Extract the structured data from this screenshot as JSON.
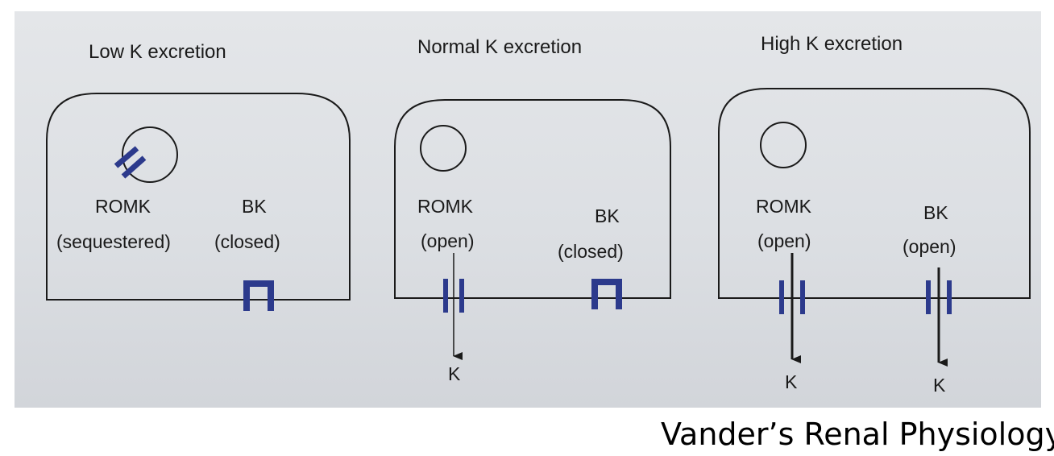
{
  "panels": [
    {
      "title": "Low K excretion",
      "romk_label": "ROMK",
      "romk_state": "(sequestered)",
      "bk_label": "BK",
      "bk_state": "(closed)"
    },
    {
      "title": "Normal K excretion",
      "romk_label": "ROMK",
      "romk_state": "(open)",
      "bk_label": "BK",
      "bk_state": "(closed)",
      "romk_flux": "K"
    },
    {
      "title": "High K excretion",
      "romk_label": "ROMK",
      "romk_state": "(open)",
      "bk_label": "BK",
      "bk_state": "(open)",
      "romk_flux": "K",
      "bk_flux": "K"
    }
  ],
  "caption": "Vander’s Renal Physiology",
  "colors": {
    "channel": "#2c3a8c",
    "line": "#1a1a1a",
    "background": "#dfe1e4"
  }
}
